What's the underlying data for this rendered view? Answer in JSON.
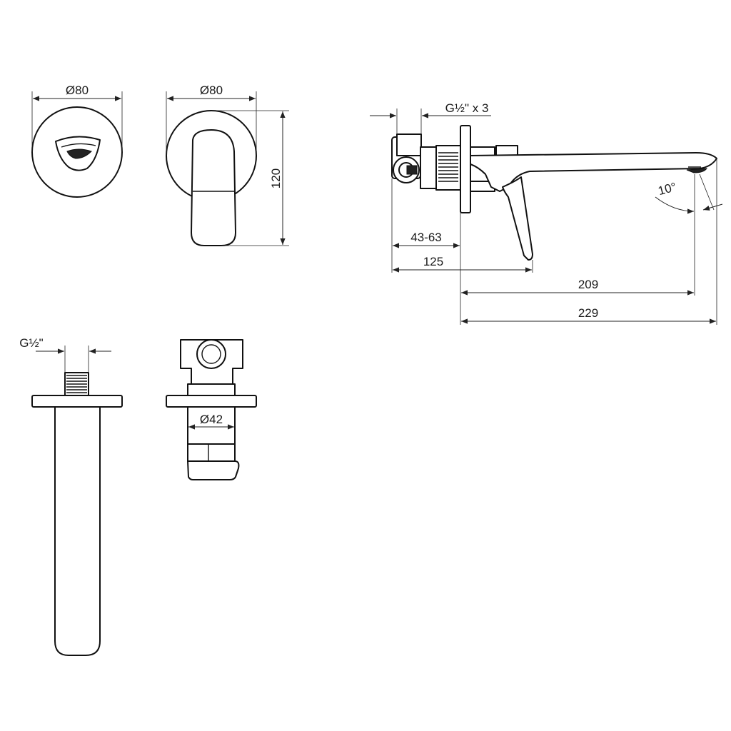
{
  "dimensions": {
    "trim_top_diameter": "Ø80",
    "handle_front_diameter": "Ø80",
    "handle_height": "120",
    "connection_thread": "G½\" x 3",
    "spout_thread": "G½\"",
    "body_diameter": "Ø42",
    "wall_depth_range": "43-63",
    "wall_to_handle": "125",
    "spout_reach_outlet": "209",
    "spout_total_length": "229",
    "spout_angle": "10°"
  },
  "colors": {
    "line": "#111111",
    "background": "#ffffff"
  }
}
